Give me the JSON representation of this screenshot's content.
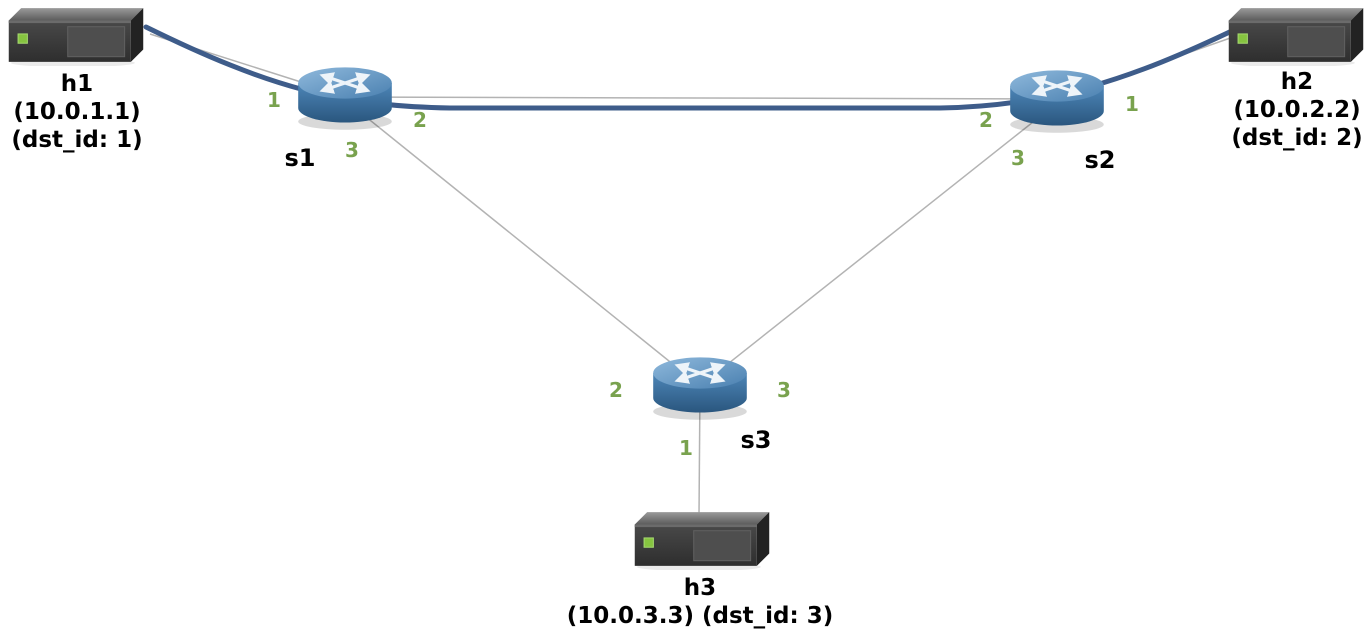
{
  "nodes": {
    "h1": {
      "name": "h1",
      "ip": "(10.0.1.1)",
      "dst_id": "(dst_id: 1)"
    },
    "h2": {
      "name": "h2",
      "ip": "(10.0.2.2)",
      "dst_id": "(dst_id: 2)"
    },
    "h3": {
      "name": "h3",
      "info": "(10.0.3.3) (dst_id: 3)"
    },
    "s1": {
      "name": "s1",
      "ports": {
        "to_h1": "1",
        "to_s2": "2",
        "to_s3": "3"
      }
    },
    "s2": {
      "name": "s2",
      "ports": {
        "to_h2": "1",
        "to_s1": "2",
        "to_s3": "3"
      }
    },
    "s3": {
      "name": "s3",
      "ports": {
        "to_h3": "1",
        "to_s1": "2",
        "to_s2": "3"
      }
    }
  },
  "links": [
    {
      "from": "h1",
      "to": "s1",
      "highlighted": true
    },
    {
      "from": "s1",
      "to": "s2",
      "highlighted": true
    },
    {
      "from": "s2",
      "to": "h2",
      "highlighted": true
    },
    {
      "from": "s1",
      "to": "s3",
      "highlighted": false
    },
    {
      "from": "s2",
      "to": "s3",
      "highlighted": false
    },
    {
      "from": "s3",
      "to": "h3",
      "highlighted": false
    }
  ],
  "colors": {
    "highlight_link": "#3e5c8a",
    "link": "#b3b3b3",
    "port_label": "#79a24e",
    "router_fill": "#4a86ba",
    "label_text": "#000000"
  }
}
